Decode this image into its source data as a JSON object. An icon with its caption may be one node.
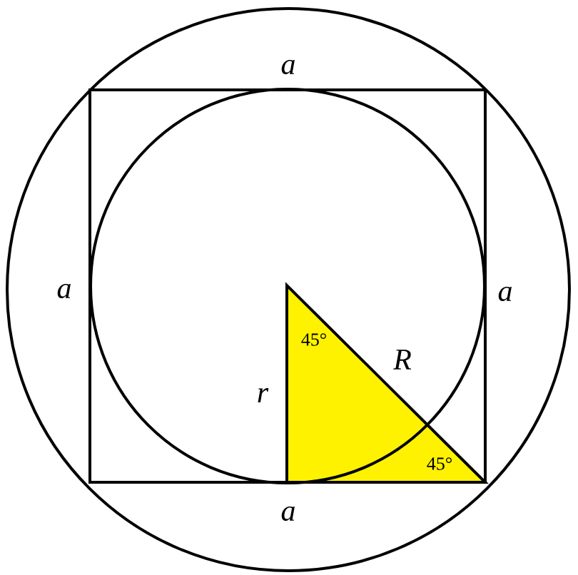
{
  "diagram": {
    "labels": [
      "a",
      "a",
      "a",
      "45°",
      "R",
      "r",
      "45°",
      "a"
    ]
  }
}
